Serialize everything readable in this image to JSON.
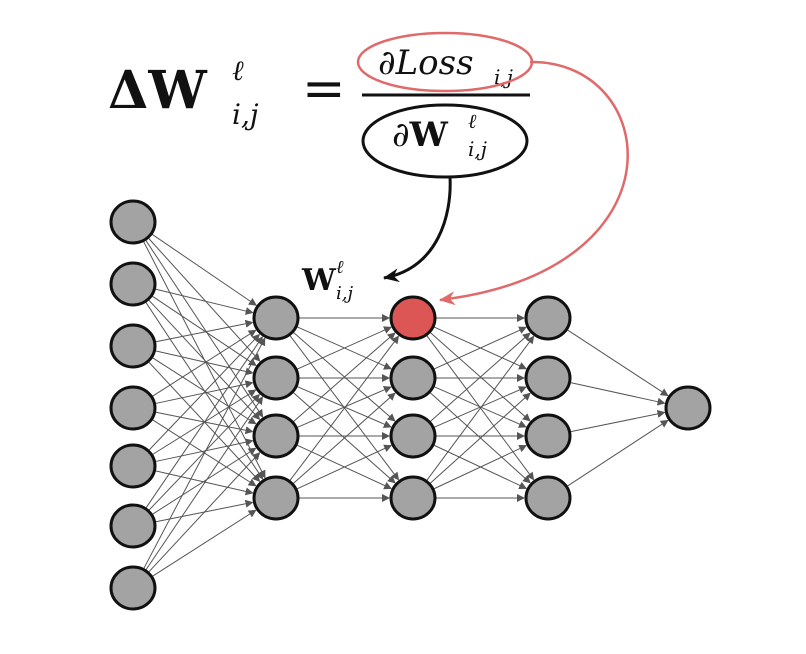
{
  "equation": {
    "lhs": {
      "delta": "Δ",
      "symbol": "W",
      "superscript": "ℓ",
      "subscript": "i,j"
    },
    "equals": "=",
    "numerator": {
      "partial": "∂",
      "text": "Loss",
      "subscript": "i,j"
    },
    "denominator": {
      "partial": "∂",
      "symbol": "W",
      "superscript": "ℓ",
      "subscript": "i,j"
    }
  },
  "weight_label": {
    "symbol": "W",
    "superscript": "ℓ",
    "subscript": "i,j"
  },
  "network": {
    "layer_sizes": [
      7,
      4,
      4,
      4,
      1
    ],
    "highlighted": {
      "layer": 2,
      "node": 0
    }
  },
  "colors": {
    "node_fill": "#a3a3a3",
    "node_stroke": "#111111",
    "highlight_fill": "#dd5656",
    "edge": "#555555",
    "gradient_loop": "#e06a6a",
    "weight_loop": "#111111"
  }
}
